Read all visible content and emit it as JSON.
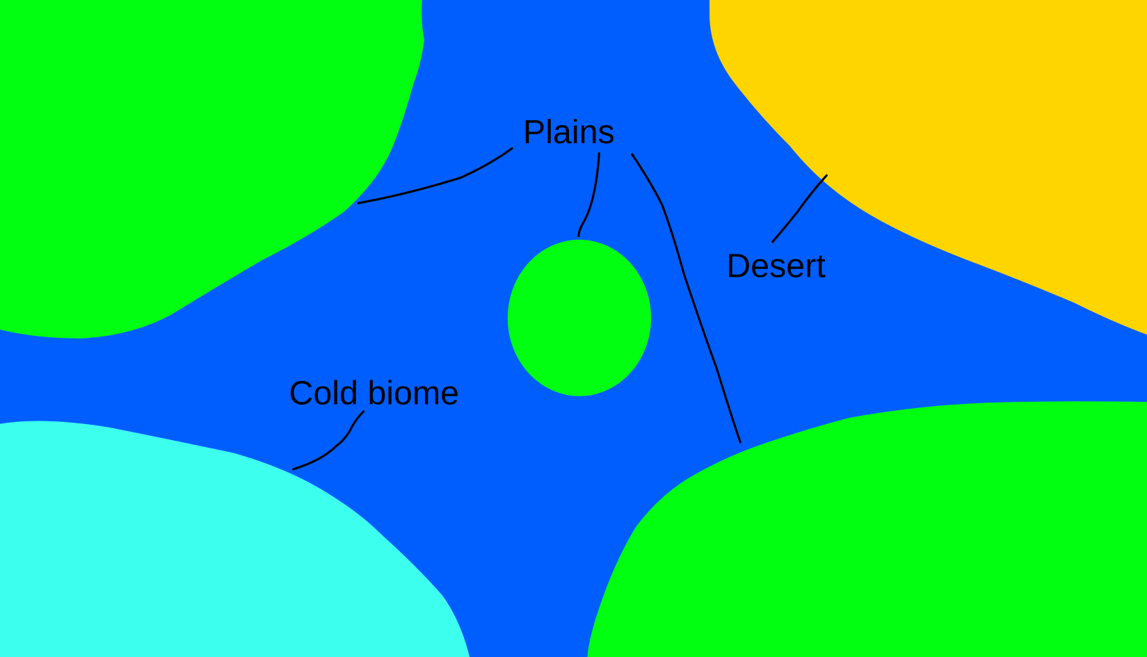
{
  "labels": {
    "plains": "Plains",
    "desert": "Desert",
    "cold_biome": "Cold biome"
  },
  "colors": {
    "ocean": "#005eff",
    "plains": "#00ff10",
    "desert": "#ffd500",
    "cold": "#3cffee"
  }
}
